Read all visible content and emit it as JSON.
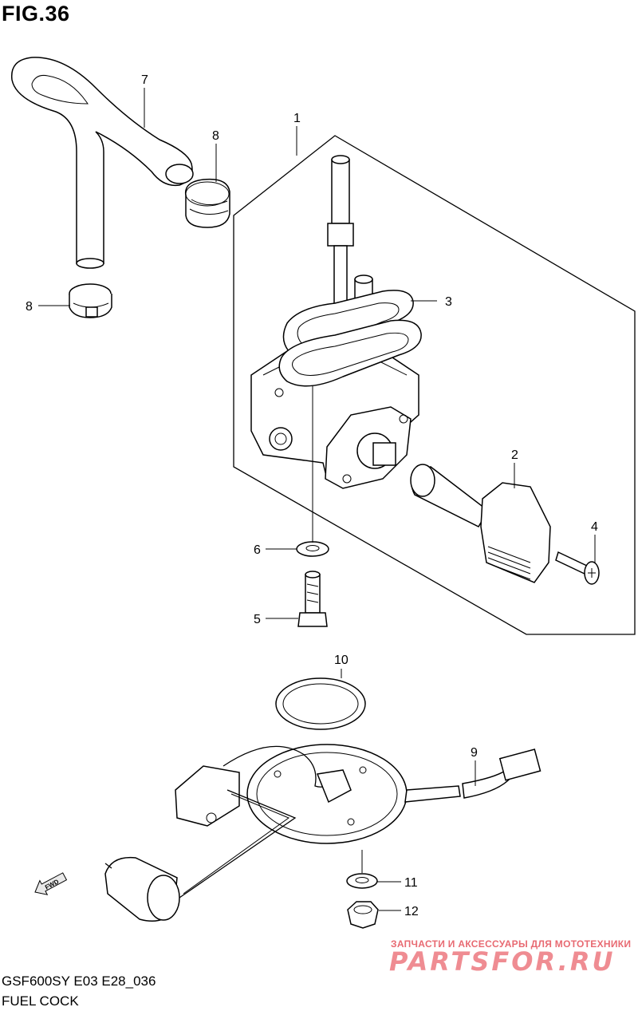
{
  "figure": {
    "title": "FIG.36",
    "model_code": "GSF600SY E03 E28_036",
    "section_title": "FUEL COCK"
  },
  "direction_marker": {
    "label": "FWD",
    "icon": "forward-arrow-icon"
  },
  "callouts": [
    {
      "id": "1"
    },
    {
      "id": "2"
    },
    {
      "id": "3"
    },
    {
      "id": "4"
    },
    {
      "id": "5"
    },
    {
      "id": "6"
    },
    {
      "id": "7"
    },
    {
      "id": "8"
    },
    {
      "id": "8"
    },
    {
      "id": "9"
    },
    {
      "id": "10"
    },
    {
      "id": "11"
    },
    {
      "id": "12"
    }
  ],
  "watermark": {
    "tagline": "ЗАПЧАСТИ И АКСЕССУАРЫ ДЛЯ МОТОТЕХНИКИ",
    "logo_text": "PARTSFOR.RU",
    "color": "#ef8c92"
  }
}
